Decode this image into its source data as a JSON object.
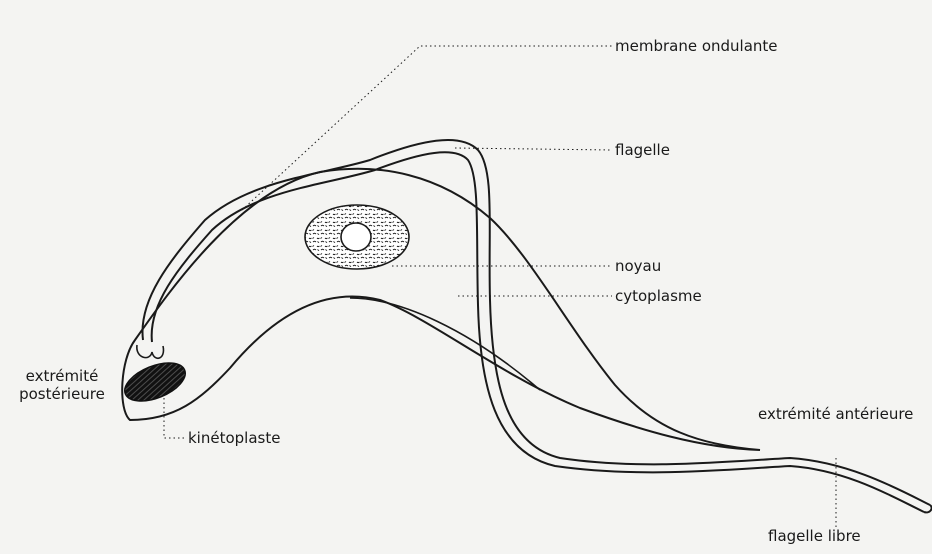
{
  "labels": {
    "membrane_ondulante": "membrane ondulante",
    "flagelle": "flagelle",
    "noyau": "noyau",
    "cytoplasme": "cytoplasme",
    "extremite_posterieure_1": "extrémité",
    "extremite_posterieure_2": "postérieure",
    "kinetoplaste": "kinétoplaste",
    "extremite_anterieure": "extrémité antérieure",
    "flagelle_libre": "flagelle libre"
  },
  "colors": {
    "background": "#f4f4f2",
    "ink": "#1a1a1a"
  }
}
